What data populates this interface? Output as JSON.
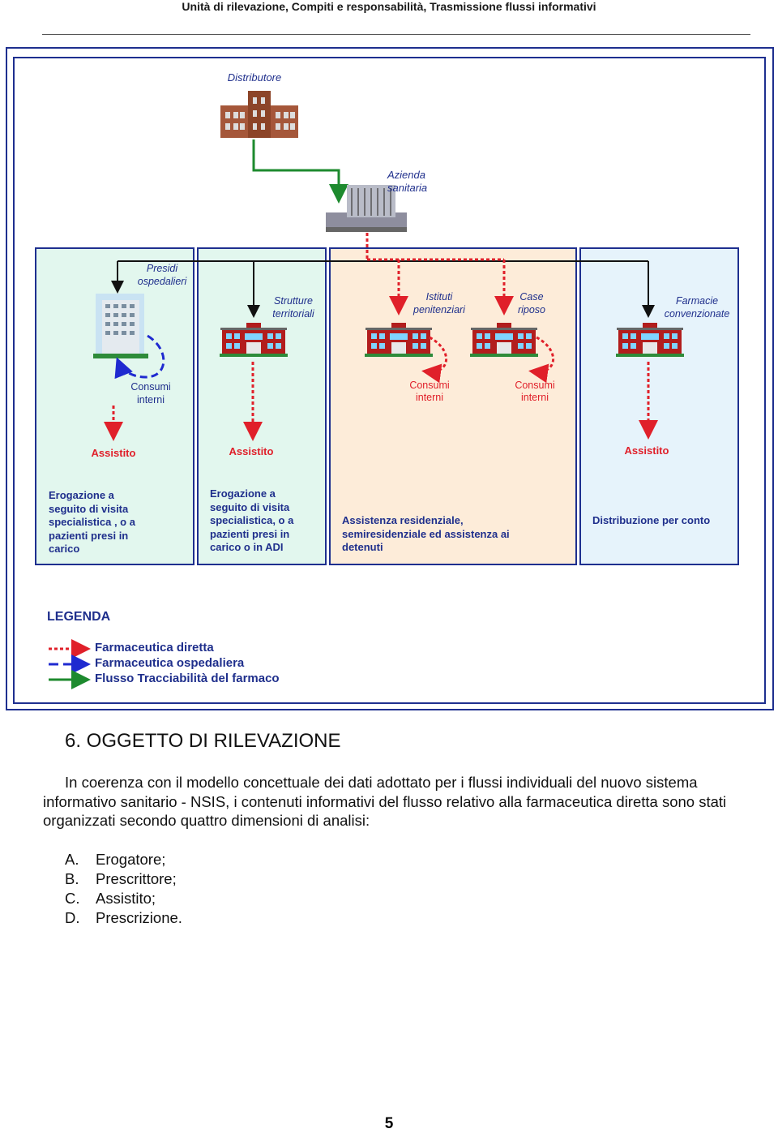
{
  "header": {
    "title": "Unità di rilevazione, Compiti e responsabilità, Trasmissione flussi informativi"
  },
  "diagram": {
    "distributore": "Distributore",
    "azienda_line1": "Azienda",
    "azienda_line2": "sanitaria",
    "nodes": [
      {
        "line1": "Presidi",
        "line2": "ospedalieri"
      },
      {
        "line1": "Strutture",
        "line2": "territoriali"
      },
      {
        "line1": "Istituti",
        "line2": "penitenziari"
      },
      {
        "line1": "Case",
        "line2": "riposo"
      },
      {
        "line1": "Farmacie",
        "line2": "convenzionate"
      }
    ],
    "consumi": [
      {
        "line1": "Consumi",
        "line2": "interni"
      },
      {
        "line1": "Consumi",
        "line2": "interni"
      },
      {
        "line1": "Consumi",
        "line2": "interni"
      }
    ],
    "assistito": [
      "Assistito",
      "Assistito",
      "Assistito"
    ],
    "descriptions": [
      [
        "Erogazione a",
        "seguito di visita",
        "specialistica , o a",
        "pazienti presi in",
        "carico"
      ],
      [
        "Erogazione a",
        "seguito di visita",
        "specialistica, o a",
        "pazienti presi in",
        "carico o in ADI"
      ],
      [
        "Assistenza residenziale,",
        "semiresidenziale ed assistenza ai",
        "detenuti"
      ],
      [
        "Distribuzione per conto"
      ]
    ]
  },
  "legend": {
    "title": "LEGENDA",
    "items": [
      {
        "label": "Farmaceutica diretta",
        "color": "#e0202a"
      },
      {
        "label": "Farmaceutica ospedaliera",
        "color": "#1f2ad0"
      },
      {
        "label": "Flusso Tracciabilità del farmaco",
        "color": "#1d8a2e"
      }
    ]
  },
  "section": {
    "heading": "6. OGGETTO DI RILEVAZIONE",
    "paragraph": "In coerenza con il modello concettuale dei dati adottato per i flussi individuali del nuovo sistema informativo sanitario - NSIS, i contenuti informativi del flusso relativo alla farmaceutica diretta sono stati organizzati secondo quattro dimensioni di analisi:",
    "list": [
      {
        "letter": "A.",
        "text": "Erogatore;"
      },
      {
        "letter": "B.",
        "text": "Prescrittore;"
      },
      {
        "letter": "C.",
        "text": "Assistito;"
      },
      {
        "letter": "D.",
        "text": "Prescrizione."
      }
    ]
  },
  "page_number": "5"
}
